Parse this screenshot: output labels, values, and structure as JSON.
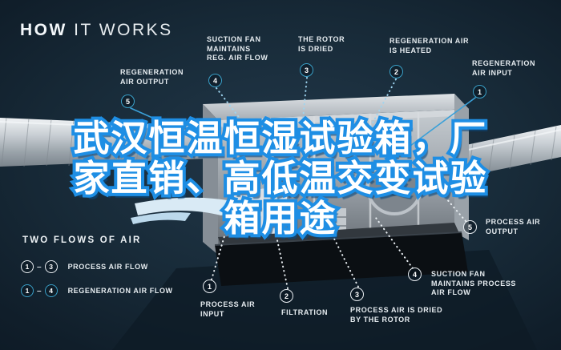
{
  "title": {
    "word1": "HOW",
    "word2": "IT WORKS"
  },
  "headline": {
    "line1": "武汉恒温恒湿试验箱，厂",
    "line2": "家直销、高低温交变试验",
    "line3": "箱用途"
  },
  "callouts": [
    {
      "id": "regeneration-air-output",
      "number": "5",
      "style": "blue",
      "label": "REGENERATION\nAIR OUTPUT"
    },
    {
      "id": "suction-fan-reg-air-flow",
      "number": "4",
      "style": "blue",
      "label": "SUCTION FAN\nMAINTAINS\nREG. AIR FLOW"
    },
    {
      "id": "rotor-is-dried",
      "number": "3",
      "style": "blue",
      "label": "THE ROTOR\nIS DRIED"
    },
    {
      "id": "regeneration-air-heated",
      "number": "2",
      "style": "blue",
      "label": "REGENERATION AIR\nIS HEATED"
    },
    {
      "id": "regeneration-air-input",
      "number": "1",
      "style": "blue",
      "label": "REGENERATION\nAIR INPUT"
    },
    {
      "id": "process-air-output",
      "number": "5",
      "style": "white",
      "label": "PROCESS AIR\nOUTPUT"
    },
    {
      "id": "process-air-input",
      "number": "1",
      "style": "white",
      "label": "PROCESS AIR\nINPUT"
    },
    {
      "id": "filtration",
      "number": "2",
      "style": "white",
      "label": "FILTRATION"
    },
    {
      "id": "process-air-dried-by-rotor",
      "number": "3",
      "style": "white",
      "label": "PROCESS AIR IS DRIED\nBY THE ROTOR"
    },
    {
      "id": "suction-fan-process-air-flow",
      "number": "4",
      "style": "white",
      "label": "SUCTION FAN\nMAINTAINS PROCESS\nAIR FLOW"
    }
  ],
  "legend": {
    "heading": "TWO FLOWS OF AIR",
    "rows": [
      {
        "from": "1",
        "dash": "–",
        "to": "3",
        "style": "white",
        "label": "PROCESS AIR FLOW"
      },
      {
        "from": "1",
        "dash": "–",
        "to": "4",
        "style": "blue",
        "label": "REGENERATION AIR FLOW"
      }
    ]
  },
  "colors": {
    "background": "#13222e",
    "badge_blue": "#3aa0c8",
    "badge_white": "#e9eef2",
    "headline_fill": "#ffffff",
    "headline_stroke": "#1e8ee4",
    "swoosh": "#d9eaf5"
  }
}
